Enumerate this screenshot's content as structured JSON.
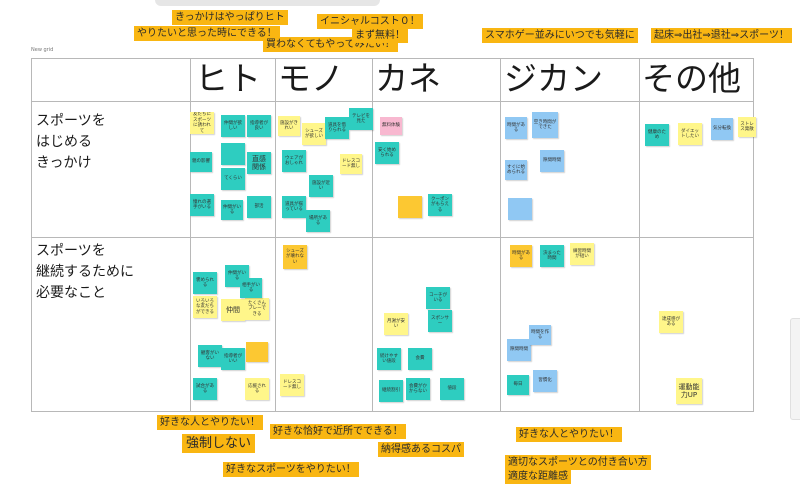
{
  "board": {
    "frame_label": "New grid",
    "columns": [
      "ヒト",
      "モノ",
      "カネ",
      "ジカン",
      "その他"
    ],
    "rows": [
      "スポーツを\nはじめる\nきっかけ",
      "スポーツを\n継続するために\n必要なこと"
    ]
  },
  "annotations": [
    {
      "text": "きっかけはやっぱりヒト"
    },
    {
      "text": "やりたいと思った時にできる！"
    },
    {
      "text": "イニシャルコスト０！"
    },
    {
      "text": "買わなくてもやってみたい！"
    },
    {
      "text": "まず無料！"
    },
    {
      "text": "スマホゲー並みにいつでも気軽に"
    },
    {
      "text": "起床⇒出社⇒退社⇒スポーツ！"
    },
    {
      "text": "好きな人とやりたい！"
    },
    {
      "text": "強制しない"
    },
    {
      "text": "好きな恰好で近所でできる！"
    },
    {
      "text": "好きなスポーツをやりたい！"
    },
    {
      "text": "納得感あるコスパ"
    },
    {
      "text": "好きな人とやりたい！"
    },
    {
      "text": "適切なスポーツとの付き合い方"
    },
    {
      "text": "適度な距離感"
    }
  ],
  "notes": {
    "row1": [
      {
        "color": "yellow",
        "text": "友だちにスポーツに誘われて"
      },
      {
        "color": "teal",
        "text": "仲間が欲しい"
      },
      {
        "color": "teal",
        "text": "指導者が良い"
      },
      {
        "color": "teal",
        "text": "親の影響"
      },
      {
        "color": "teal",
        "text": ""
      },
      {
        "color": "teal",
        "text": "てくらい"
      },
      {
        "color": "teal",
        "text": "直感 関係"
      },
      {
        "color": "teal",
        "text": "憧れの選手がいる"
      },
      {
        "color": "teal",
        "text": "仲間がいる"
      },
      {
        "color": "teal",
        "text": "部活"
      },
      {
        "color": "yellow",
        "text": "施設がきれい"
      },
      {
        "color": "yellow",
        "text": "シューズが欲しい"
      },
      {
        "color": "teal",
        "text": "道具を借りられる"
      },
      {
        "color": "teal",
        "text": "テレビを見た"
      },
      {
        "color": "teal",
        "text": "ウェアがおしゃれ"
      },
      {
        "color": "teal",
        "text": "施設が近い"
      },
      {
        "color": "yellow",
        "text": "ドレスコード無し"
      },
      {
        "color": "teal",
        "text": "道具が揃っている"
      },
      {
        "color": "teal",
        "text": "場所がある"
      },
      {
        "color": "pink",
        "text": "無料体験"
      },
      {
        "color": "teal",
        "text": "安く始められる"
      },
      {
        "color": "orange",
        "text": ""
      },
      {
        "color": "teal",
        "text": "クーポンがもらえる"
      },
      {
        "color": "blue",
        "text": "時間がある"
      },
      {
        "color": "blue",
        "text": "空き時間ができた"
      },
      {
        "color": "blue",
        "text": "すぐに始められる"
      },
      {
        "color": "blue",
        "text": ""
      },
      {
        "color": "blue",
        "text": "隙間時間"
      },
      {
        "color": "teal",
        "text": "健康のため"
      },
      {
        "color": "yellow",
        "text": "ダイエットしたい"
      },
      {
        "color": "blue",
        "text": "気分転換"
      },
      {
        "color": "yellow",
        "text": "ストレス発散"
      }
    ],
    "row2": [
      {
        "color": "teal",
        "text": "仲間がいる"
      },
      {
        "color": "teal",
        "text": "褒められる"
      },
      {
        "color": "yellow",
        "text": "いろいろな友だちができる"
      },
      {
        "color": "yellow",
        "text": "仲間"
      },
      {
        "color": "yellow",
        "text": "たくさん プレーできる"
      },
      {
        "color": "teal",
        "text": "相手がいる"
      },
      {
        "color": "teal",
        "text": "観客がいない"
      },
      {
        "color": "teal",
        "text": "指導者がいい"
      },
      {
        "color": "orange",
        "text": ""
      },
      {
        "color": "teal",
        "text": "試合がある"
      },
      {
        "color": "yellow",
        "text": "応援される"
      },
      {
        "color": "orange",
        "text": "シューズが壊れない"
      },
      {
        "color": "yellow",
        "text": "ドレスコード無し"
      },
      {
        "color": "yellow",
        "text": "月謝が安い"
      },
      {
        "color": "teal",
        "text": "コーチがいる"
      },
      {
        "color": "teal",
        "text": "スポンサー"
      },
      {
        "color": "teal",
        "text": "続けやすい値段"
      },
      {
        "color": "teal",
        "text": "会費"
      },
      {
        "color": "teal",
        "text": "継続割引"
      },
      {
        "color": "teal",
        "text": "会費がかからない"
      },
      {
        "color": "teal",
        "text": "値段"
      },
      {
        "color": "orange",
        "text": "時間がある"
      },
      {
        "color": "teal",
        "text": "決まった時間"
      },
      {
        "color": "yellow",
        "text": "練習時間が短い"
      },
      {
        "color": "blue",
        "text": "隙間時間"
      },
      {
        "color": "blue",
        "text": "時間を作る"
      },
      {
        "color": "teal",
        "text": "毎日"
      },
      {
        "color": "blue",
        "text": "習慣化"
      },
      {
        "color": "yellow",
        "text": "達成感がある"
      },
      {
        "color": "yellow",
        "text": "運動能力UP"
      }
    ]
  }
}
